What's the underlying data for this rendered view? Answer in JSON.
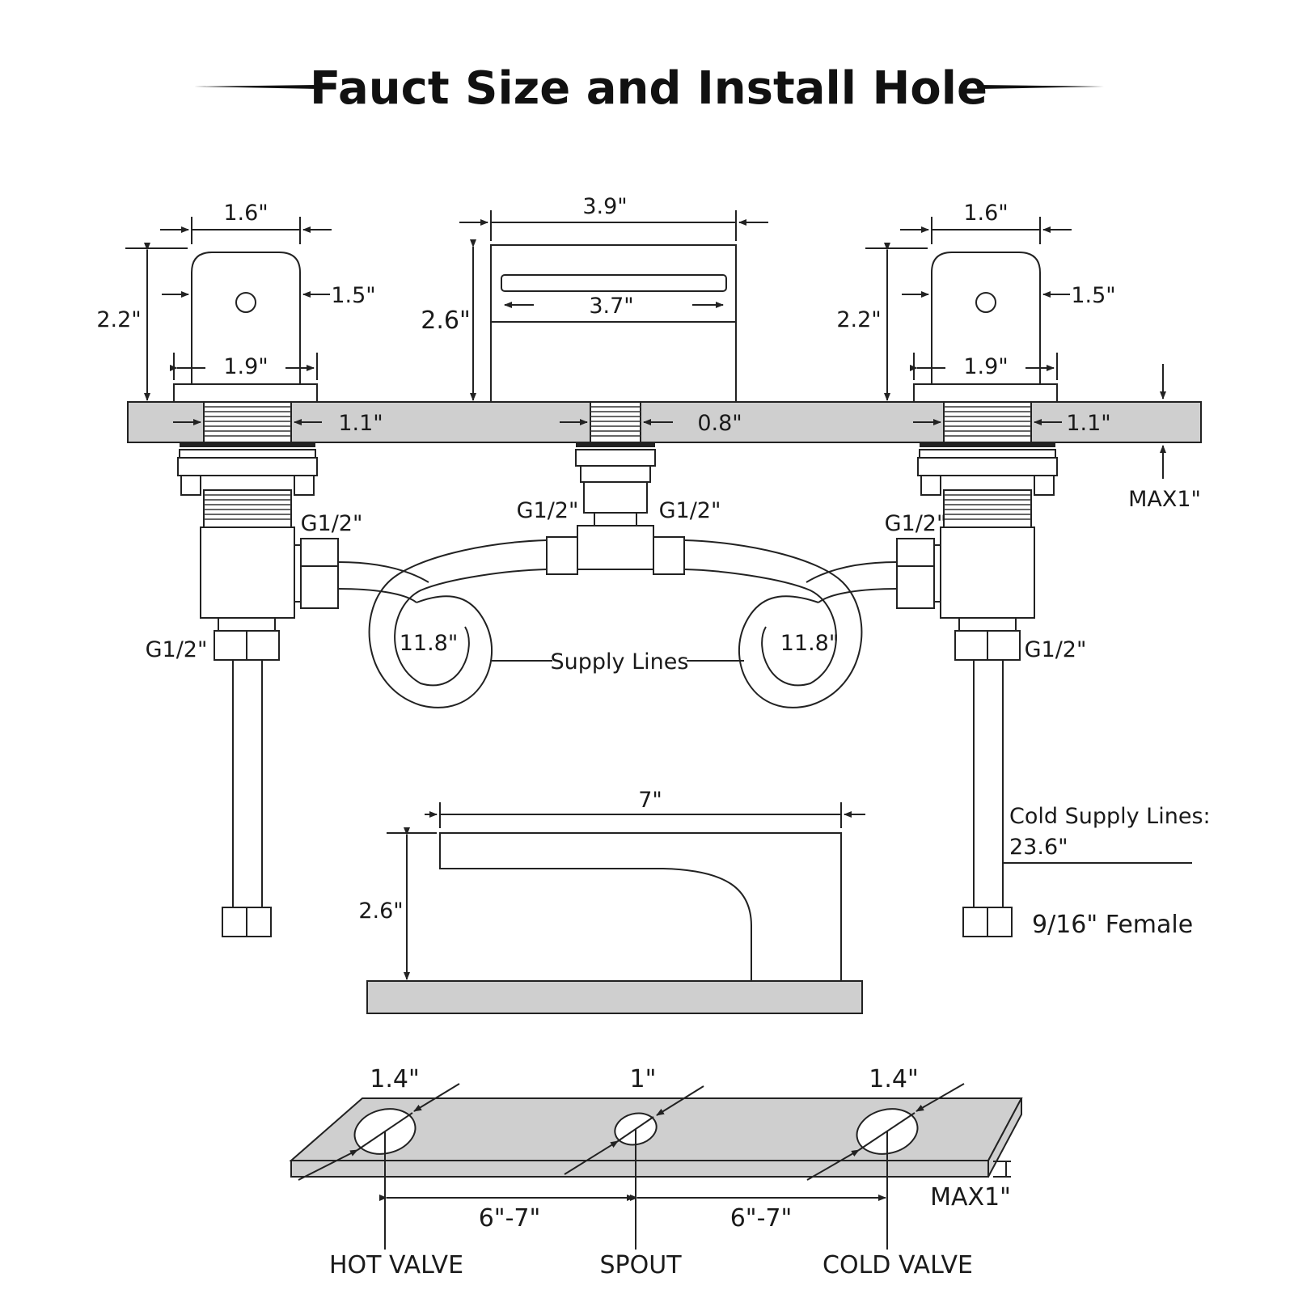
{
  "title": "Fauct Size and Install Hole",
  "handle": {
    "width": "1.6\"",
    "height": "2.2\"",
    "inner_width": "1.5\"",
    "base_width": "1.9\"",
    "thread_width": "1.1\"",
    "connector": "G1/2\""
  },
  "spout_top": {
    "width": "3.9\"",
    "height": "2.6\"",
    "outlet_width": "3.7\"",
    "thread_width": "0.8\"",
    "connector": "G1/2\""
  },
  "deck_thickness": "MAX1\"",
  "supply_lines": {
    "label": "Supply Lines",
    "length": "11.8\""
  },
  "cold_supply": {
    "line1": "Cold Supply Lines:",
    "line2": "23.6\"",
    "end_fitting": "9/16\" Female"
  },
  "spout_side": {
    "length": "7\"",
    "height": "2.6\""
  },
  "install_holes": {
    "hot_diameter": "1.4\"",
    "spout_diameter": "1\"",
    "cold_diameter": "1.4\"",
    "spacing_left": "6\"-7\"",
    "spacing_right": "6\"-7\"",
    "thickness": "MAX1\"",
    "labels": [
      "HOT VALVE",
      "SPOUT",
      "COLD VALVE"
    ]
  },
  "colors": {
    "line": "#222222",
    "deck_fill": "#cfcfcf",
    "background": "#ffffff"
  }
}
